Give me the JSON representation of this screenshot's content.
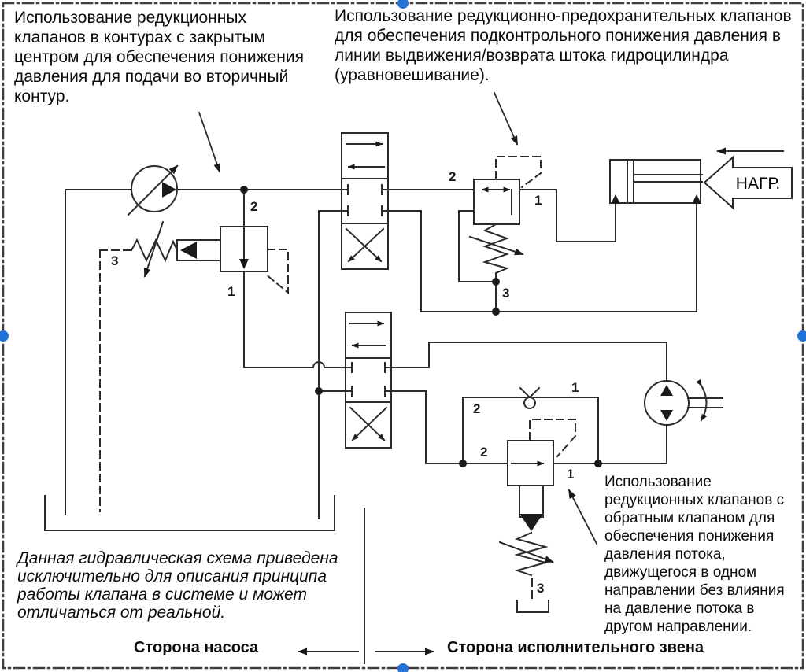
{
  "figure": {
    "kind": "hydraulic schematic (selected image)",
    "line_color": "#2b2b2b",
    "border_color": "#3d3d3d",
    "handle_color": "#2273d8"
  },
  "annotations": {
    "top_left": "Использование редукционных клапанов в контурах с закрытым центром для обеспечения понижения давления для подачи во вторичный контур.",
    "top_right": "Использование редукционно-предохранительных клапанов для обеспечения подконтрольного понижения давления в линии выдвижения/возврата штока гидроцилиндра (уравновешивание).",
    "bottom_right": "Использование редукционных клапанов с обратным клапаном для обеспечения понижения давления потока, движущегося в одном направлении без влияния на давление потока в другом направлении.",
    "note": "Данная гидравлическая схема приведена исключительно для описания принципа работы клапана в системе и может отличаться от реальной.",
    "load_label": "НАГР.",
    "pump_side_label": "Сторона насоса",
    "actuator_side_label": "Сторона исполнительного звена"
  },
  "port_labels": {
    "left_valve_p2": "2",
    "left_valve_p1": "1",
    "left_valve_p3": "3",
    "cb_valve_p2": "2",
    "cb_valve_p1": "1",
    "cb_valve_p3": "3",
    "check_loop_p1": "1",
    "check_loop_p2": "2",
    "bottom_valve_p2": "2",
    "bottom_valve_p1": "1",
    "bottom_valve_p3": "3"
  }
}
